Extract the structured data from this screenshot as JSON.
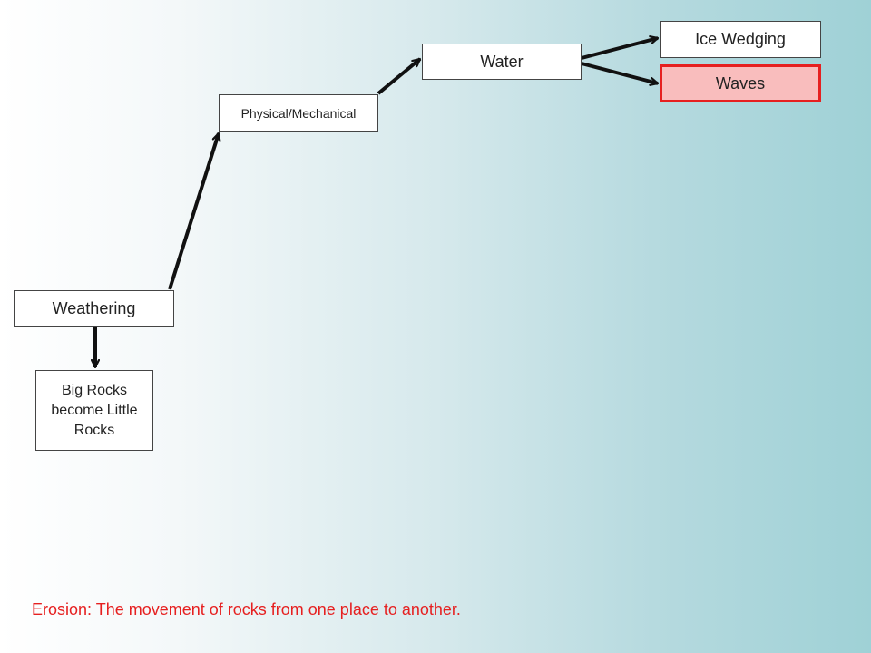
{
  "nodes": {
    "weathering": "Weathering",
    "big_rocks": "Big Rocks become Little Rocks",
    "physical_mechanical": "Physical/Mechanical",
    "water": "Water",
    "ice_wedging": "Ice Wedging",
    "waves": "Waves"
  },
  "caption": "Erosion: The movement of rocks from one place to another.",
  "colors": {
    "highlight_fill": "#f9bdbd",
    "highlight_border": "#e62020",
    "caption_text": "#e62020",
    "arrow": "#111111"
  }
}
